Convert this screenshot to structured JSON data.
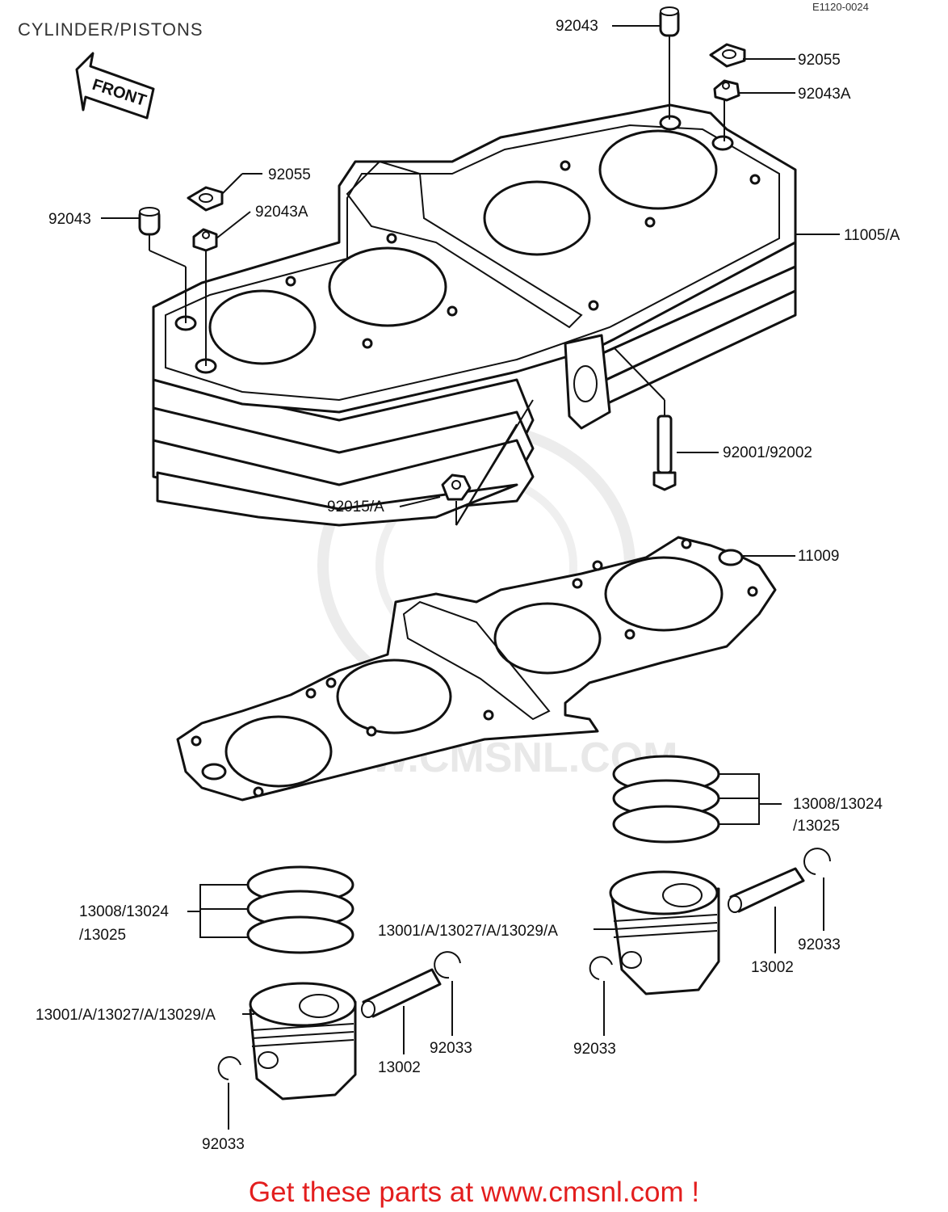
{
  "header": {
    "title": "CYLINDER/PISTONS",
    "diagram_code": "E1120-0024",
    "front_label": "FRONT"
  },
  "watermark": {
    "text": "WWW.CMSNL.COM"
  },
  "callouts": {
    "c92043_top": "92043",
    "c92055_top": "92055",
    "c92043A_top": "92043A",
    "c92055_left": "92055",
    "c92043A_left": "92043A",
    "c92043_left": "92043",
    "c11005A": "11005/A",
    "c92001": "92001/92002",
    "c92015A": "92015/A",
    "c11009": "11009",
    "c13008_right_a": "13008/13024",
    "c13008_right_b": "/13025",
    "c13008_left_a": "13008/13024",
    "c13008_left_b": "/13025",
    "c13001_right": "13001/A/13027/A/13029/A",
    "c13001_left": "13001/A/13027/A/13029/A",
    "c92033_right_top": "92033",
    "c13002_right": "13002",
    "c92033_right_bottom": "92033",
    "c92033_left_mid": "92033",
    "c13002_left": "13002",
    "c92033_left_bottom": "92033"
  },
  "footer": {
    "link_text": "Get these parts at www.cmsnl.com !"
  }
}
